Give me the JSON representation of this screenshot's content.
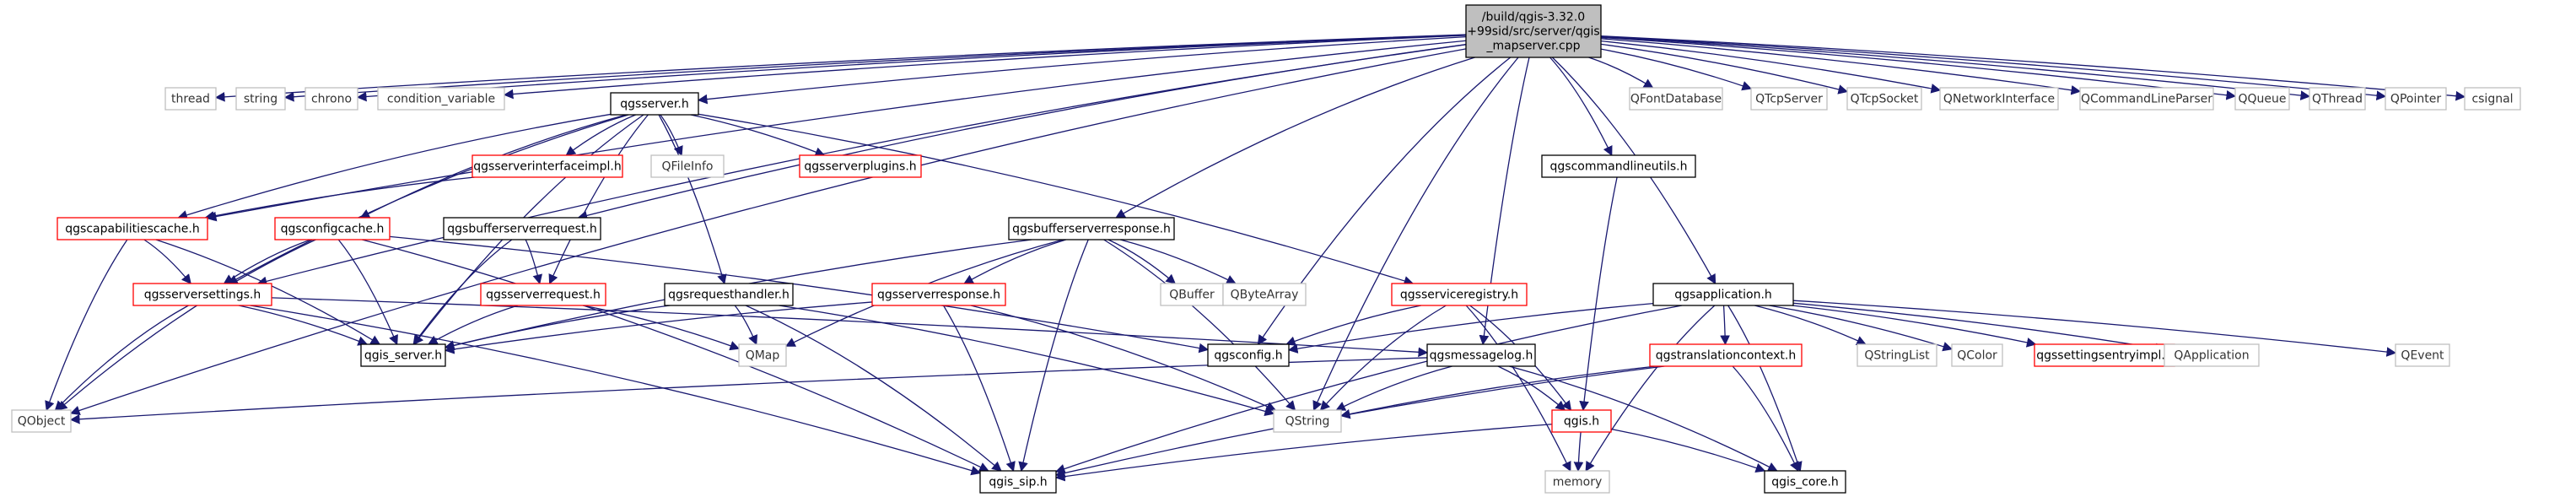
{
  "graph": {
    "colors": {
      "edge": "#191970",
      "root_fill": "#bfbfbf",
      "normal_border": "#000000",
      "error_border": "#ff0000",
      "external_border": "#bfbfbf"
    },
    "nodes": [
      {
        "id": "root",
        "lines": [
          "/build/qgis-3.32.0",
          "+99sid/src/server/qgis",
          "_mapserver.cpp"
        ],
        "kind": "root"
      },
      {
        "id": "thread",
        "lines": [
          "thread"
        ],
        "kind": "external"
      },
      {
        "id": "string",
        "lines": [
          "string"
        ],
        "kind": "external"
      },
      {
        "id": "chrono",
        "lines": [
          "chrono"
        ],
        "kind": "external"
      },
      {
        "id": "condvar",
        "lines": [
          "condition_variable"
        ],
        "kind": "external"
      },
      {
        "id": "qgsserver",
        "lines": [
          "qgsserver.h"
        ],
        "kind": "normal"
      },
      {
        "id": "qfontdb",
        "lines": [
          "QFontDatabase"
        ],
        "kind": "external"
      },
      {
        "id": "qtcpserver",
        "lines": [
          "QTcpServer"
        ],
        "kind": "external"
      },
      {
        "id": "qtcpsocket",
        "lines": [
          "QTcpSocket"
        ],
        "kind": "external"
      },
      {
        "id": "qnetif",
        "lines": [
          "QNetworkInterface"
        ],
        "kind": "external"
      },
      {
        "id": "qcmdparser",
        "lines": [
          "QCommandLineParser"
        ],
        "kind": "external"
      },
      {
        "id": "qqueue",
        "lines": [
          "QQueue"
        ],
        "kind": "external"
      },
      {
        "id": "qthread",
        "lines": [
          "QThread"
        ],
        "kind": "external"
      },
      {
        "id": "qpointer",
        "lines": [
          "QPointer"
        ],
        "kind": "external"
      },
      {
        "id": "csignal",
        "lines": [
          "csignal"
        ],
        "kind": "external"
      },
      {
        "id": "ifaceimpl",
        "lines": [
          "qgsserverinterfaceimpl.h"
        ],
        "kind": "error"
      },
      {
        "id": "qfileinfo",
        "lines": [
          "QFileInfo"
        ],
        "kind": "external"
      },
      {
        "id": "plugins",
        "lines": [
          "qgsserverplugins.h"
        ],
        "kind": "error"
      },
      {
        "id": "cmdutils",
        "lines": [
          "qgscommandlineutils.h"
        ],
        "kind": "normal"
      },
      {
        "id": "capcache",
        "lines": [
          "qgscapabilitiescache.h"
        ],
        "kind": "error"
      },
      {
        "id": "cfgcache",
        "lines": [
          "qgsconfigcache.h"
        ],
        "kind": "error"
      },
      {
        "id": "bufreq",
        "lines": [
          "qgsbufferserverrequest.h"
        ],
        "kind": "normal"
      },
      {
        "id": "bufresp",
        "lines": [
          "qgsbufferserverresponse.h"
        ],
        "kind": "normal"
      },
      {
        "id": "srvsettings",
        "lines": [
          "qgsserversettings.h"
        ],
        "kind": "error"
      },
      {
        "id": "srvrequest",
        "lines": [
          "qgsserverrequest.h"
        ],
        "kind": "error"
      },
      {
        "id": "reqhandler",
        "lines": [
          "qgsrequesthandler.h"
        ],
        "kind": "normal"
      },
      {
        "id": "srvresponse",
        "lines": [
          "qgsserverresponse.h"
        ],
        "kind": "error"
      },
      {
        "id": "qbuffer",
        "lines": [
          "QBuffer"
        ],
        "kind": "external"
      },
      {
        "id": "qbytearray",
        "lines": [
          "QByteArray"
        ],
        "kind": "external"
      },
      {
        "id": "svcreg",
        "lines": [
          "qgsserviceregistry.h"
        ],
        "kind": "error"
      },
      {
        "id": "qgsapp",
        "lines": [
          "qgsapplication.h"
        ],
        "kind": "normal"
      },
      {
        "id": "qgisserver",
        "lines": [
          "qgis_server.h"
        ],
        "kind": "normal"
      },
      {
        "id": "qmap",
        "lines": [
          "QMap"
        ],
        "kind": "external"
      },
      {
        "id": "qgsconfig",
        "lines": [
          "qgsconfig.h"
        ],
        "kind": "normal"
      },
      {
        "id": "msglog",
        "lines": [
          "qgsmessagelog.h"
        ],
        "kind": "normal"
      },
      {
        "id": "transctx",
        "lines": [
          "qgstranslationcontext.h"
        ],
        "kind": "error"
      },
      {
        "id": "qstringlist",
        "lines": [
          "QStringList"
        ],
        "kind": "external"
      },
      {
        "id": "qcolor",
        "lines": [
          "QColor"
        ],
        "kind": "external"
      },
      {
        "id": "settimpl",
        "lines": [
          "qgssettingsentryimpl.h"
        ],
        "kind": "error"
      },
      {
        "id": "qapplication",
        "lines": [
          "QApplication"
        ],
        "kind": "external"
      },
      {
        "id": "qevent",
        "lines": [
          "QEvent"
        ],
        "kind": "external"
      },
      {
        "id": "qobject",
        "lines": [
          "QObject"
        ],
        "kind": "external"
      },
      {
        "id": "qstring",
        "lines": [
          "QString"
        ],
        "kind": "external"
      },
      {
        "id": "qgish",
        "lines": [
          "qgis.h"
        ],
        "kind": "error"
      },
      {
        "id": "memory",
        "lines": [
          "memory"
        ],
        "kind": "external"
      },
      {
        "id": "qgissip",
        "lines": [
          "qgis_sip.h"
        ],
        "kind": "normal"
      },
      {
        "id": "qgiscore",
        "lines": [
          "qgis_core.h"
        ],
        "kind": "normal"
      }
    ],
    "edges": [
      [
        "root",
        "thread"
      ],
      [
        "root",
        "string"
      ],
      [
        "root",
        "chrono"
      ],
      [
        "root",
        "condvar"
      ],
      [
        "root",
        "qgsserver"
      ],
      [
        "root",
        "qfontdb"
      ],
      [
        "root",
        "qtcpserver"
      ],
      [
        "root",
        "qtcpsocket"
      ],
      [
        "root",
        "qnetif"
      ],
      [
        "root",
        "qcmdparser"
      ],
      [
        "root",
        "qqueue"
      ],
      [
        "root",
        "qthread"
      ],
      [
        "root",
        "qpointer"
      ],
      [
        "root",
        "csignal"
      ],
      [
        "root",
        "cmdutils"
      ],
      [
        "root",
        "bufreq"
      ],
      [
        "root",
        "bufresp"
      ],
      [
        "root",
        "qgsapp"
      ],
      [
        "root",
        "qgsconfig"
      ],
      [
        "root",
        "qstring"
      ],
      [
        "root",
        "msglog"
      ],
      [
        "root",
        "capcache"
      ],
      [
        "root",
        "srvsettings"
      ],
      [
        "root",
        "qobject"
      ],
      [
        "qgsserver",
        "ifaceimpl"
      ],
      [
        "qgsserver",
        "qfileinfo"
      ],
      [
        "qgsserver",
        "plugins"
      ],
      [
        "qgsserver",
        "capcache"
      ],
      [
        "qgsserver",
        "cfgcache"
      ],
      [
        "qgsserver",
        "srvsettings"
      ],
      [
        "qgsserver",
        "srvrequest"
      ],
      [
        "qgsserver",
        "reqhandler"
      ],
      [
        "qgsserver",
        "svcreg"
      ],
      [
        "qgsserver",
        "qgisserver"
      ],
      [
        "ifaceimpl",
        "capcache"
      ],
      [
        "capcache",
        "srvsettings"
      ],
      [
        "capcache",
        "qobject"
      ],
      [
        "capcache",
        "qgisserver"
      ],
      [
        "cfgcache",
        "srvsettings"
      ],
      [
        "cfgcache",
        "qgisserver"
      ],
      [
        "cfgcache",
        "qobject"
      ],
      [
        "cfgcache",
        "qgsconfig"
      ],
      [
        "cfgcache",
        "qgissip"
      ],
      [
        "bufreq",
        "srvrequest"
      ],
      [
        "bufreq",
        "qgisserver"
      ],
      [
        "srvsettings",
        "qgisserver"
      ],
      [
        "srvsettings",
        "qobject"
      ],
      [
        "srvsettings",
        "qgissip"
      ],
      [
        "srvsettings",
        "msglog"
      ],
      [
        "srvrequest",
        "qgisserver"
      ],
      [
        "srvrequest",
        "qmap"
      ],
      [
        "reqhandler",
        "qgisserver"
      ],
      [
        "reqhandler",
        "qmap"
      ],
      [
        "reqhandler",
        "qgissip"
      ],
      [
        "reqhandler",
        "qstring"
      ],
      [
        "bufresp",
        "srvresponse"
      ],
      [
        "bufresp",
        "qbuffer"
      ],
      [
        "bufresp",
        "qbytearray"
      ],
      [
        "bufresp",
        "qgisserver"
      ],
      [
        "bufresp",
        "qmap"
      ],
      [
        "bufresp",
        "qgissip"
      ],
      [
        "bufresp",
        "qstring"
      ],
      [
        "srvresponse",
        "qgisserver"
      ],
      [
        "srvresponse",
        "qgissip"
      ],
      [
        "srvresponse",
        "qstring"
      ],
      [
        "svcreg",
        "qgsconfig"
      ],
      [
        "svcreg",
        "qstring"
      ],
      [
        "svcreg",
        "memory"
      ],
      [
        "svcreg",
        "qgish"
      ],
      [
        "qgsapp",
        "qgsconfig"
      ],
      [
        "qgsapp",
        "transctx"
      ],
      [
        "qgsapp",
        "qstringlist"
      ],
      [
        "qgsapp",
        "qcolor"
      ],
      [
        "qgsapp",
        "settimpl"
      ],
      [
        "qgsapp",
        "qapplication"
      ],
      [
        "qgsapp",
        "qevent"
      ],
      [
        "qgsapp",
        "qgissip"
      ],
      [
        "qgsapp",
        "memory"
      ],
      [
        "qgsapp",
        "qgiscore"
      ],
      [
        "msglog",
        "qobject"
      ],
      [
        "msglog",
        "qstring"
      ],
      [
        "msglog",
        "qgish"
      ],
      [
        "msglog",
        "qgiscore"
      ],
      [
        "transctx",
        "qgissip"
      ],
      [
        "transctx",
        "qstring"
      ],
      [
        "transctx",
        "qgiscore"
      ],
      [
        "cmdutils",
        "qgish"
      ],
      [
        "qgish",
        "qgissip"
      ],
      [
        "qgish",
        "memory"
      ],
      [
        "qgish",
        "qgiscore"
      ]
    ]
  }
}
